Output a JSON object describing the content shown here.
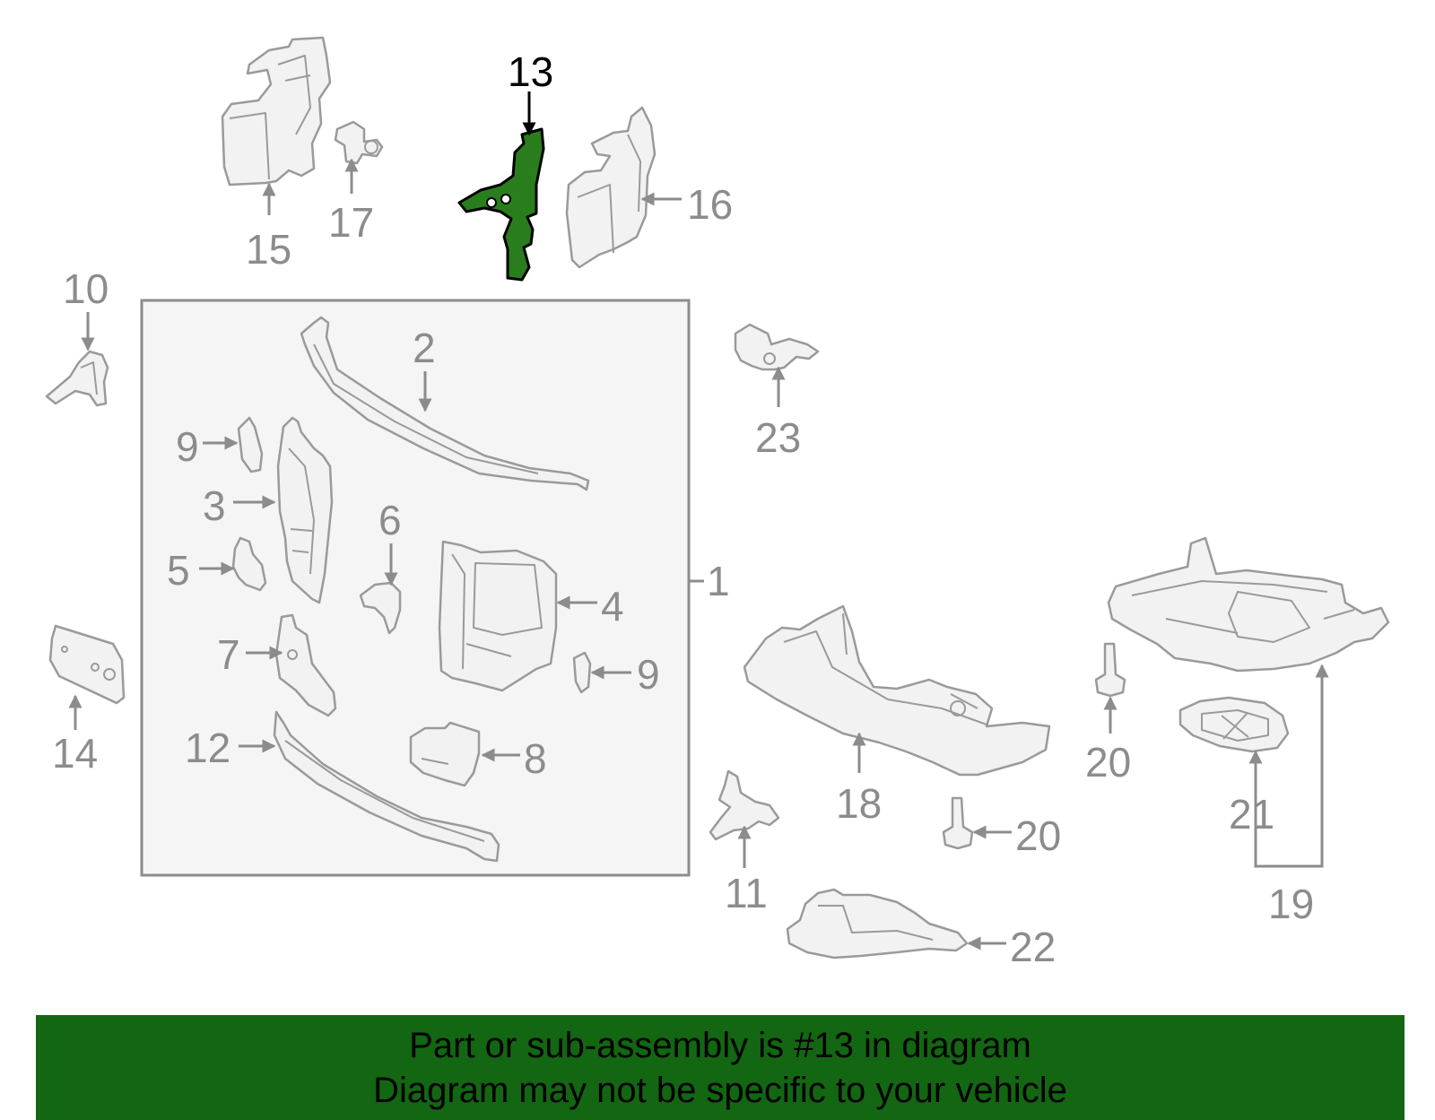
{
  "diagram": {
    "highlight_callout": "13",
    "callouts": {
      "c1": "1",
      "c2": "2",
      "c3": "3",
      "c4": "4",
      "c5": "5",
      "c6": "6",
      "c7": "7",
      "c8": "8",
      "c9a": "9",
      "c9b": "9",
      "c10": "10",
      "c11": "11",
      "c12": "12",
      "c13": "13",
      "c14": "14",
      "c15": "15",
      "c16": "16",
      "c17": "17",
      "c18": "18",
      "c19": "19",
      "c20a": "20",
      "c20b": "20",
      "c21": "21",
      "c22": "22",
      "c23": "23"
    }
  },
  "banner": {
    "line1": "Part or sub-assembly is #13 in diagram",
    "line2": "Diagram may not be specific to your vehicle"
  },
  "colors": {
    "highlight_part": "#2a7d1c",
    "banner_bg": "#136612",
    "label_gray": "#8c8c8c",
    "outline_gray": "#9a9a9a",
    "assembly_box_fill": "#f5f5f5"
  }
}
